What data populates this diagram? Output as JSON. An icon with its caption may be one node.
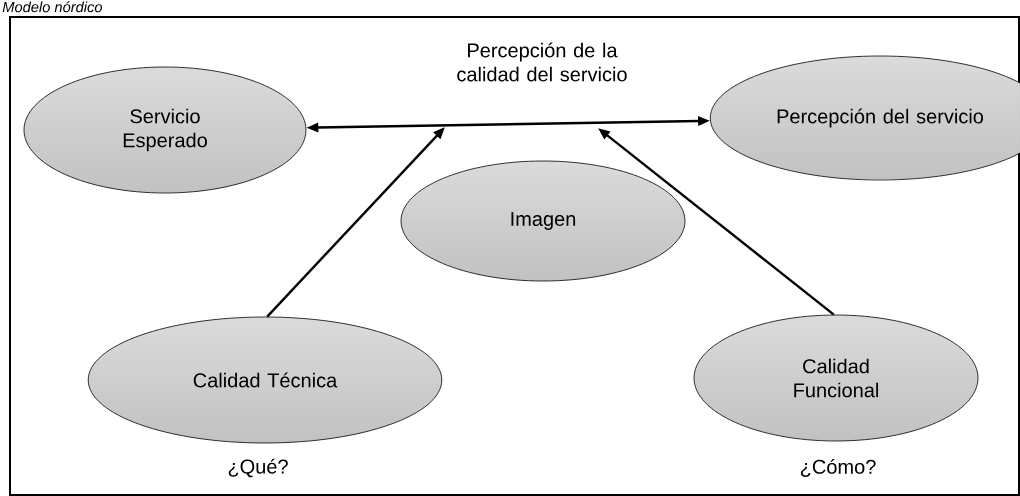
{
  "diagram": {
    "title": "Modelo nórdico",
    "nodes": [
      {
        "text": [
          "Servicio Esperado"
        ]
      },
      {
        "text": [
          "Percepción del servicio"
        ]
      },
      {
        "text": [
          "Imagen"
        ]
      },
      {
        "text": [
          "Calidad Técnica"
        ],
        "beside": [
          "¿Qué?"
        ]
      },
      {
        "text": [
          "Calidad Funcional"
        ],
        "beside": [
          "¿Cómo?"
        ]
      }
    ],
    "edges": [
      {
        "from": 0,
        "to": 1,
        "arrow": "both",
        "label": "Percepción de la calidad del servicio"
      },
      {
        "from": 3,
        "to": null,
        "arrow": "to"
      },
      {
        "from": 4,
        "to": null,
        "arrow": "to"
      }
    ]
  }
}
